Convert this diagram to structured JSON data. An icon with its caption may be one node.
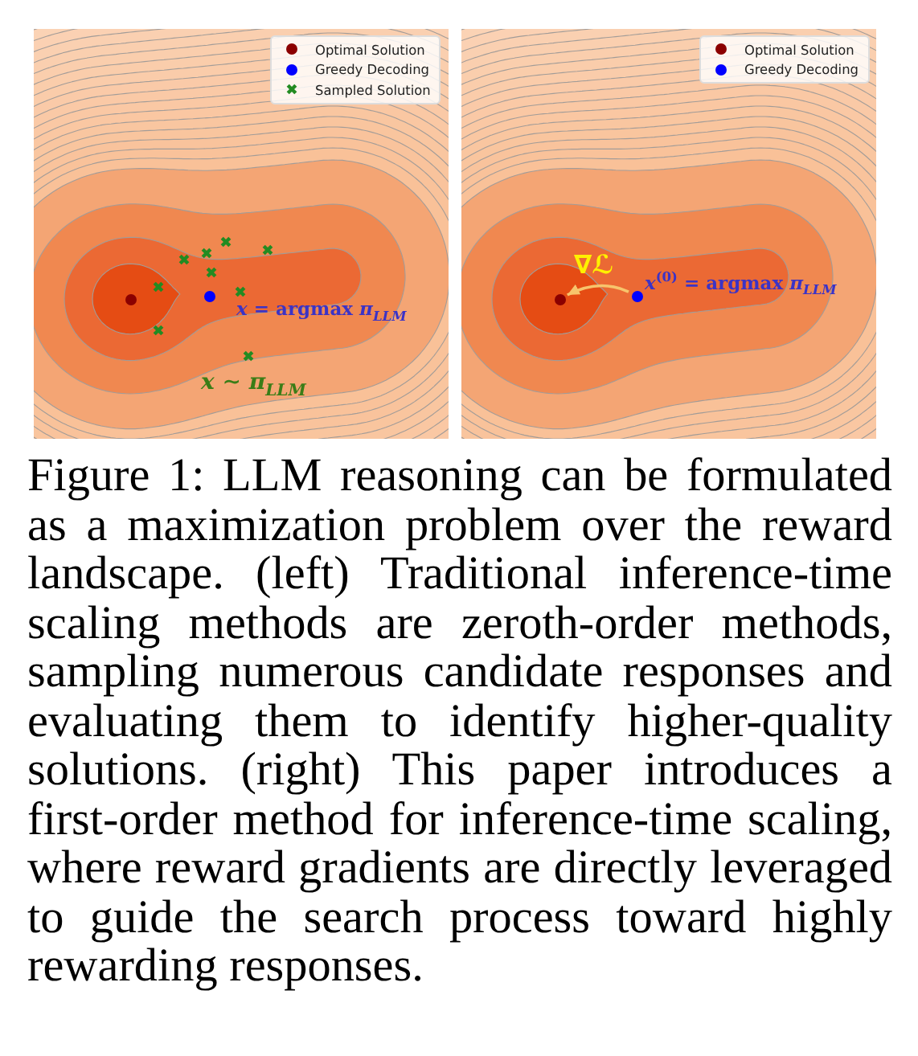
{
  "diagram": {
    "nodes": [
      {
        "text": [],
        "shape": "picture"
      },
      {
        "text": [],
        "shape": "circle",
        "in": 0
      },
      {
        "text": [],
        "shape": "circle",
        "in": 0
      },
      {
        "text": [],
        "shape": "cross",
        "in": 0
      },
      {
        "text": [],
        "shape": "cross",
        "in": 0
      },
      {
        "text": [],
        "shape": "cross",
        "in": 0
      },
      {
        "text": [],
        "shape": "cross",
        "in": 0
      },
      {
        "text": [],
        "shape": "cross",
        "in": 0
      },
      {
        "text": [],
        "shape": "cross",
        "in": 0
      },
      {
        "text": [],
        "shape": "cross",
        "in": 0
      },
      {
        "text": [],
        "shape": "cross",
        "in": 0
      },
      {
        "text": [],
        "shape": "cross",
        "in": 0
      },
      {
        "text": [],
        "shape": "picture"
      },
      {
        "text": [],
        "shape": "circle"
      },
      {
        "text": [],
        "shape": "circle",
        "in": 12,
        "beside": [
          "*x*$^{(0)}$ = argmax *π*$_{LLM}$"
        ]
      }
    ],
    "edges": [
      {
        "from": 14,
        "to": 13,
        "arrow": "to",
        "label": "∇ℒ"
      }
    ],
    "labels": [
      "*x* = argmax *π*$_{LLM}$",
      "*x* ∼ *π*$_{LLM}$"
    ],
    "legend": [
      {
        "text": "Optimal Solution",
        "color": "#8b0000"
      },
      {
        "text": "Greedy Decoding",
        "color": "#0000ff"
      },
      {
        "text": "Sampled Solution",
        "color": "#228b22"
      },
      {
        "text": "Optimal Solution",
        "color": "#8b0000"
      },
      {
        "text": "Greedy Decoding",
        "color": "#0000ff"
      }
    ],
    "caption": "Figure 1: LLM reasoning can be formulated as a maximization problem over the reward landscape. (left) Traditional inference-time scaling methods are zeroth-order methods, sampling numerous candidate responses and evaluating them to identify higher-quality solutions. (right) This paper introduces a first-order method for inference-time scaling, where reward gradients are directly leveraged to guide the search process toward highly rewarding responses."
  }
}
